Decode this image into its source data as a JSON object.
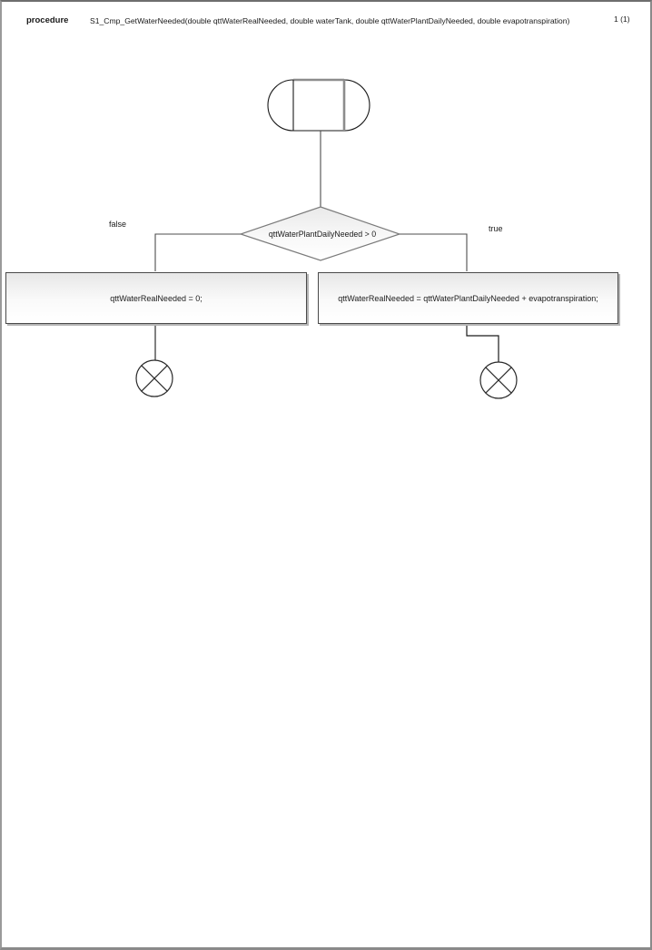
{
  "header": {
    "kind_label": "procedure",
    "signature": "S1_Cmp_GetWaterNeeded(double qttWaterRealNeeded, double waterTank, double qttWaterPlantDailyNeeded, double evapotranspiration)",
    "page_number": "1 (1)"
  },
  "flowchart": {
    "start_node": {
      "type": "start-terminator"
    },
    "decision": {
      "condition": "qttWaterPlantDailyNeeded > 0"
    },
    "branch_false": {
      "label": "false",
      "statement": "qttWaterRealNeeded = 0;"
    },
    "branch_true": {
      "label": "true",
      "statement": "qttWaterRealNeeded = qttWaterPlantDailyNeeded + evapotranspiration;"
    },
    "end_node": {
      "type": "flow-final",
      "icon": "circled-x-icon"
    }
  },
  "colors": {
    "page_border": "#8a8a8a",
    "node_border": "#4a4a4a",
    "diamond_border": "#7a7a7a",
    "connector_line": "#4d4d4d",
    "node_fill_top": "#e7e7e7",
    "node_fill_bottom": "#ffffff",
    "node_shadow": "#b4b4b4",
    "start_accent": "#8c8c8c"
  }
}
